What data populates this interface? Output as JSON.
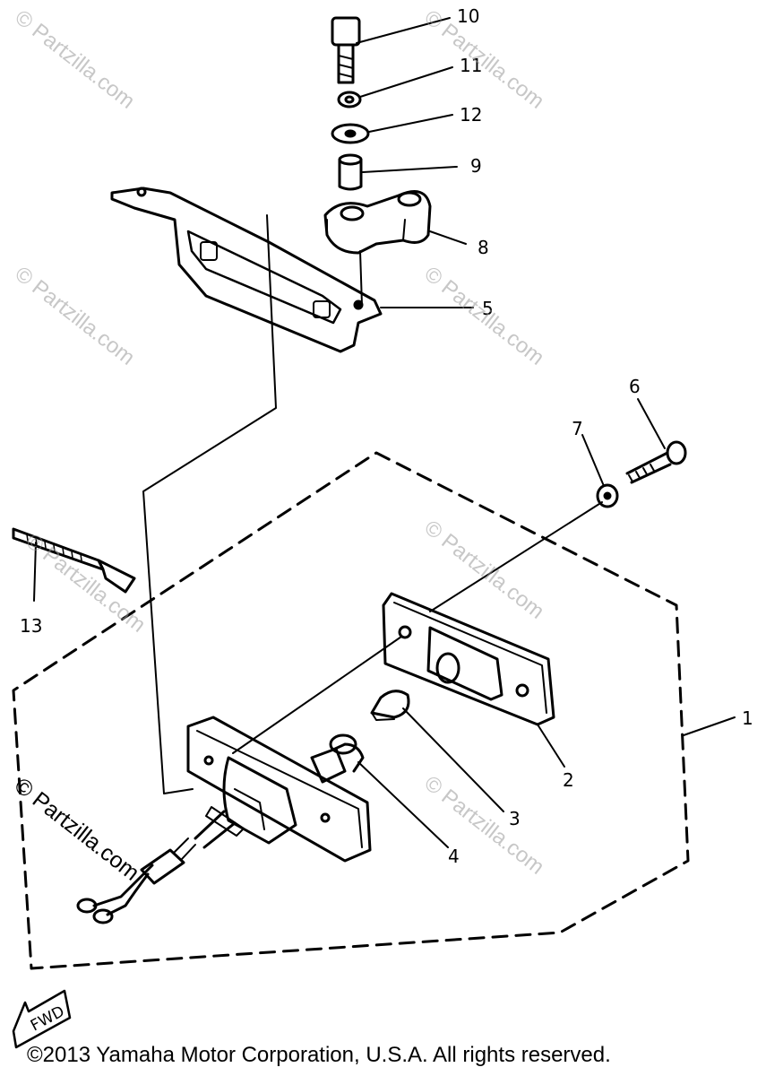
{
  "diagram": {
    "callouts": [
      "1",
      "2",
      "3",
      "4",
      "5",
      "6",
      "7",
      "8",
      "9",
      "10",
      "11",
      "12",
      "13"
    ],
    "fwd_label": "FWD",
    "watermark": "© Partzilla.com",
    "copyright": "©2013 Yamaha Motor Corporation, U.S.A. All rights reserved."
  }
}
